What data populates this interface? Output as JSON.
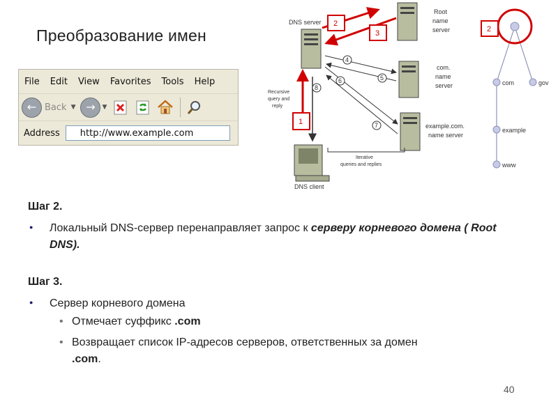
{
  "slide": {
    "title": "Преобразование имен",
    "page_number": "40"
  },
  "browser": {
    "menu": [
      "File",
      "Edit",
      "View",
      "Favorites",
      "Tools",
      "Help"
    ],
    "back_label": "Back",
    "address_label": "Address",
    "address_value": "http://www.example.com"
  },
  "diagram": {
    "dns_server": "DNS server",
    "root_server": [
      "Root",
      "name",
      "server"
    ],
    "com_server": [
      "com.",
      "name",
      "server"
    ],
    "example_server": [
      "example.com.",
      "name server"
    ],
    "dns_client": "DNS client",
    "recursive": [
      "Recursive",
      "query and",
      "reply"
    ],
    "iterative": [
      "Iterative",
      "queries and replies"
    ],
    "step_numbers": [
      "4",
      "5",
      "6",
      "7",
      "8"
    ],
    "red_markers": [
      "1",
      "2",
      "3"
    ],
    "tree_marker": "2",
    "tree_nodes": [
      "com",
      "gov",
      "example",
      "www"
    ]
  },
  "content": {
    "step2_heading": "Шаг 2.",
    "step2_text_plain": "Локальный DNS-сервер перенаправляет запрос к ",
    "step2_text_emph": "серверу корневого домена ( Root DNS).",
    "step3_heading": "Шаг 3.",
    "step3_text": "Сервер корневого домена",
    "step3_sub1_plain": "Отмечает суффикс ",
    "step3_sub1_bold": ".com",
    "step3_sub2_plain": "Возвращает список IP-адресов серверов, ответственных за домен",
    "step3_sub2_bold": ".com",
    "step3_sub2_end": "."
  },
  "colors": {
    "accent_red": "#d00000",
    "bullet": "#1a1a6e",
    "tree_node": "#c7cbe6"
  }
}
